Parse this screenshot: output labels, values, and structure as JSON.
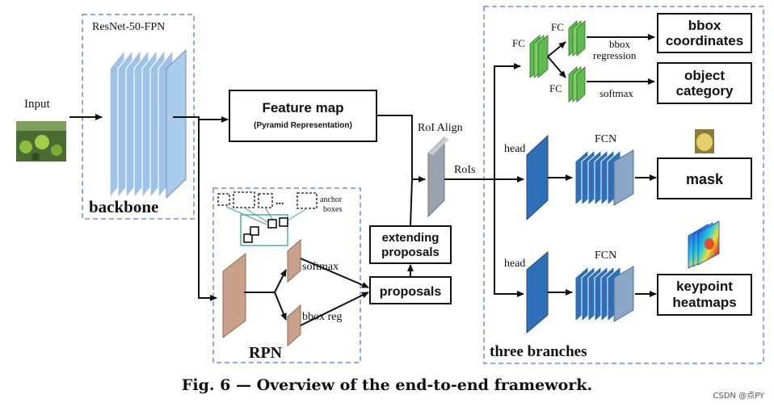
{
  "input_label": "Input",
  "backbone": {
    "group_label": "ResNet-50-FPN",
    "name": "backbone"
  },
  "feature_map": {
    "title": "Feature map",
    "subtitle": "(Pyramid Representation)"
  },
  "rpn": {
    "name": "RPN",
    "anchor_label_1": "anchor",
    "anchor_label_2": "boxes",
    "dots": "...",
    "softmax": "softmax",
    "bbox_reg": "bbox reg"
  },
  "extending_proposals": {
    "line1": "extending",
    "line2": "proposals"
  },
  "proposals": "proposals",
  "roi_align": "RoI Align",
  "rois": "RoIs",
  "branches": {
    "group_label": "three branches",
    "fc": "FC",
    "bbox_regression_1": "bbox",
    "bbox_regression_2": "regression",
    "softmax": "softmax",
    "bbox_coordinates_1": "bbox",
    "bbox_coordinates_2": "coordinates",
    "object_category_1": "object",
    "object_category_2": "category",
    "head": "head",
    "fcn": "FCN",
    "mask": "mask",
    "keypoint_1": "keypoint",
    "keypoint_2": "heatmaps"
  },
  "caption": "Fig. 6 — Overview of the end-to-end framework.",
  "watermark": "CSDN @点PY",
  "colors": {
    "dash_border": "#6b8fd6",
    "backbone_layer": "#9fc3e8",
    "rpn_layer": "#c9a089",
    "head_blue": "#2f6fb7",
    "fc_green": "#5dbb4f",
    "roi_gray": "#9aa3ad"
  }
}
